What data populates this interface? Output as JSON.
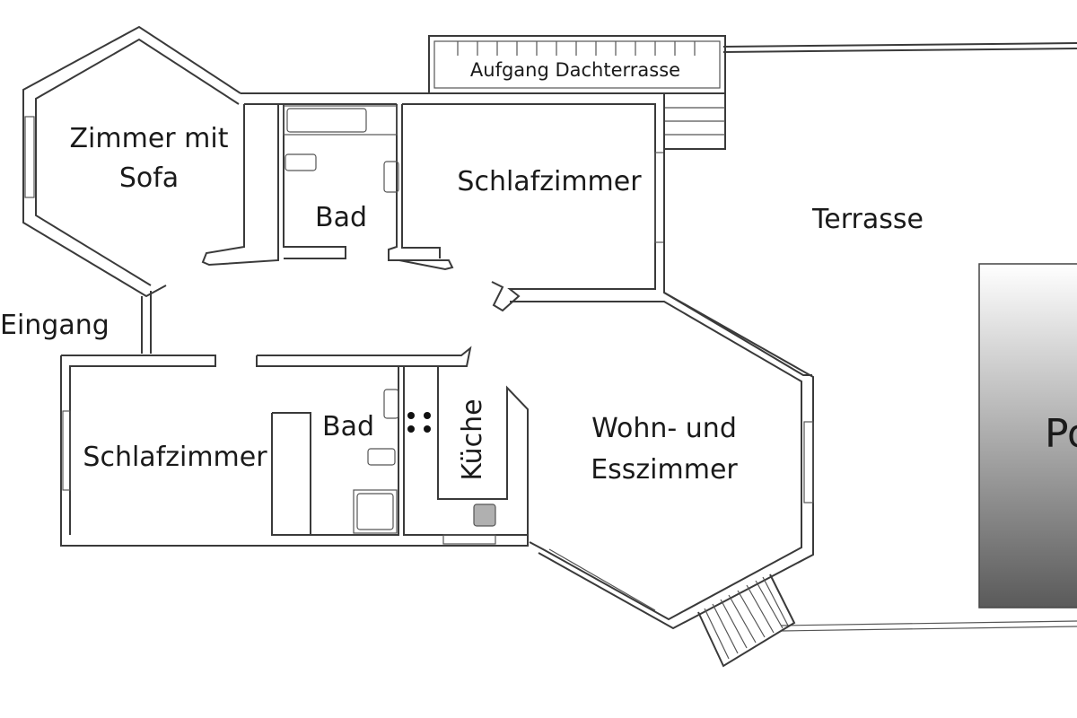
{
  "rooms": {
    "zimmer_sofa_line1": "Zimmer mit",
    "zimmer_sofa_line2": "Sofa",
    "bad_top": "Bad",
    "schlafzimmer_top": "Schlafzimmer",
    "aufgang": "Aufgang Dachterrasse",
    "terrasse": "Terrasse",
    "eingang": "Eingang",
    "schlafzimmer_bottom": "Schlafzimmer",
    "bad_bottom": "Bad",
    "kueche": "Küche",
    "wohn_line1": "Wohn- und",
    "wohn_line2": "Esszimmer",
    "pool_partial": "Po"
  },
  "colors": {
    "wall": "#3a3a3a",
    "pool_top": "#ffffff",
    "pool_bottom": "#5a5a5a",
    "sink_fill": "#b0b0b0"
  }
}
